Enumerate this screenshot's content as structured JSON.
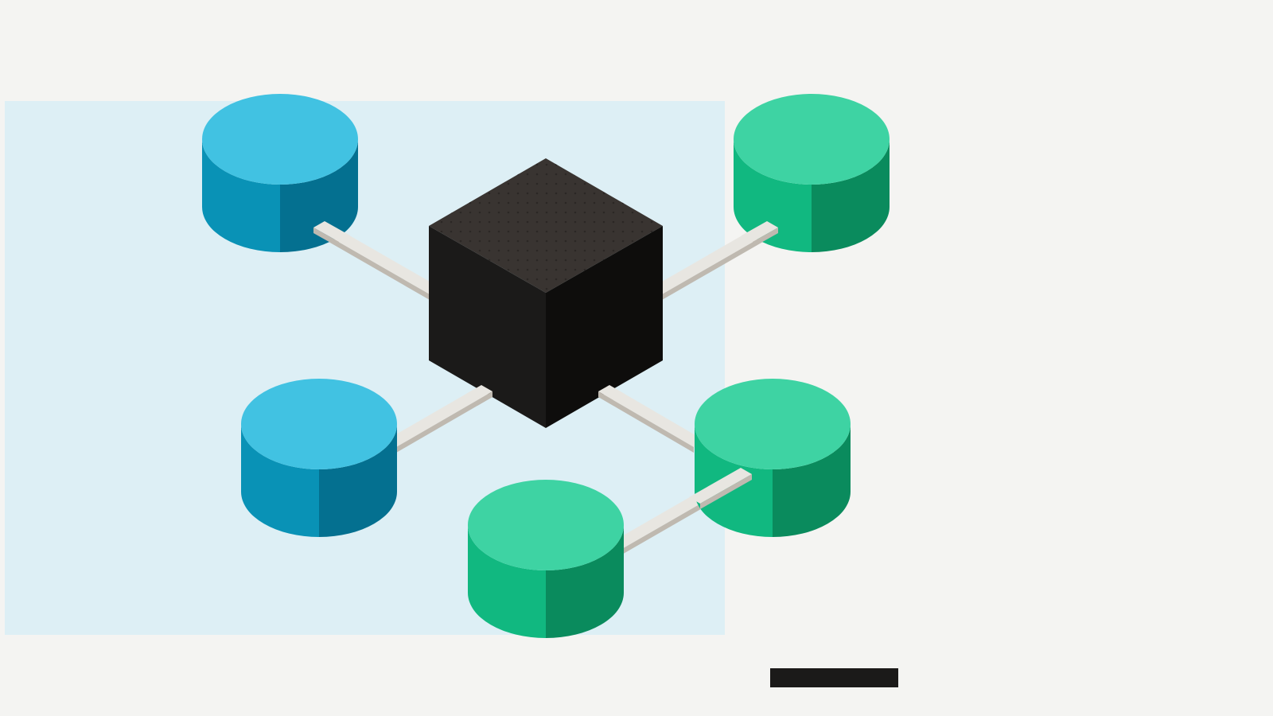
{
  "diagram": {
    "hub": {
      "shape": "cube",
      "colors": {
        "top": "#393431",
        "left": "#1b1a19",
        "right": "#0e0d0c",
        "dots": "#2b2725"
      }
    },
    "nodes": [
      {
        "id": "blue-top-left",
        "group": "blue",
        "connected_to": "hub"
      },
      {
        "id": "green-top-right",
        "group": "green",
        "connected_to": "hub"
      },
      {
        "id": "blue-bottom-left",
        "group": "blue",
        "connected_to": "hub"
      },
      {
        "id": "green-middle-right",
        "group": "green",
        "connected_to": "hub"
      },
      {
        "id": "green-bottom-center",
        "group": "green",
        "connected_to": "green-middle-right"
      }
    ],
    "groups": {
      "blue": {
        "top": "#41c2e2",
        "left": "#0992b6",
        "right": "#047090"
      },
      "green": {
        "top": "#3ed3a3",
        "left": "#11b880",
        "right": "#0a8b5d"
      }
    },
    "connector_colors": {
      "top": "#e8e6e1",
      "side": "#bfb9b0"
    },
    "highlight_region_color": "#ddeff5",
    "legend_bar_color": "#1b1a19"
  }
}
